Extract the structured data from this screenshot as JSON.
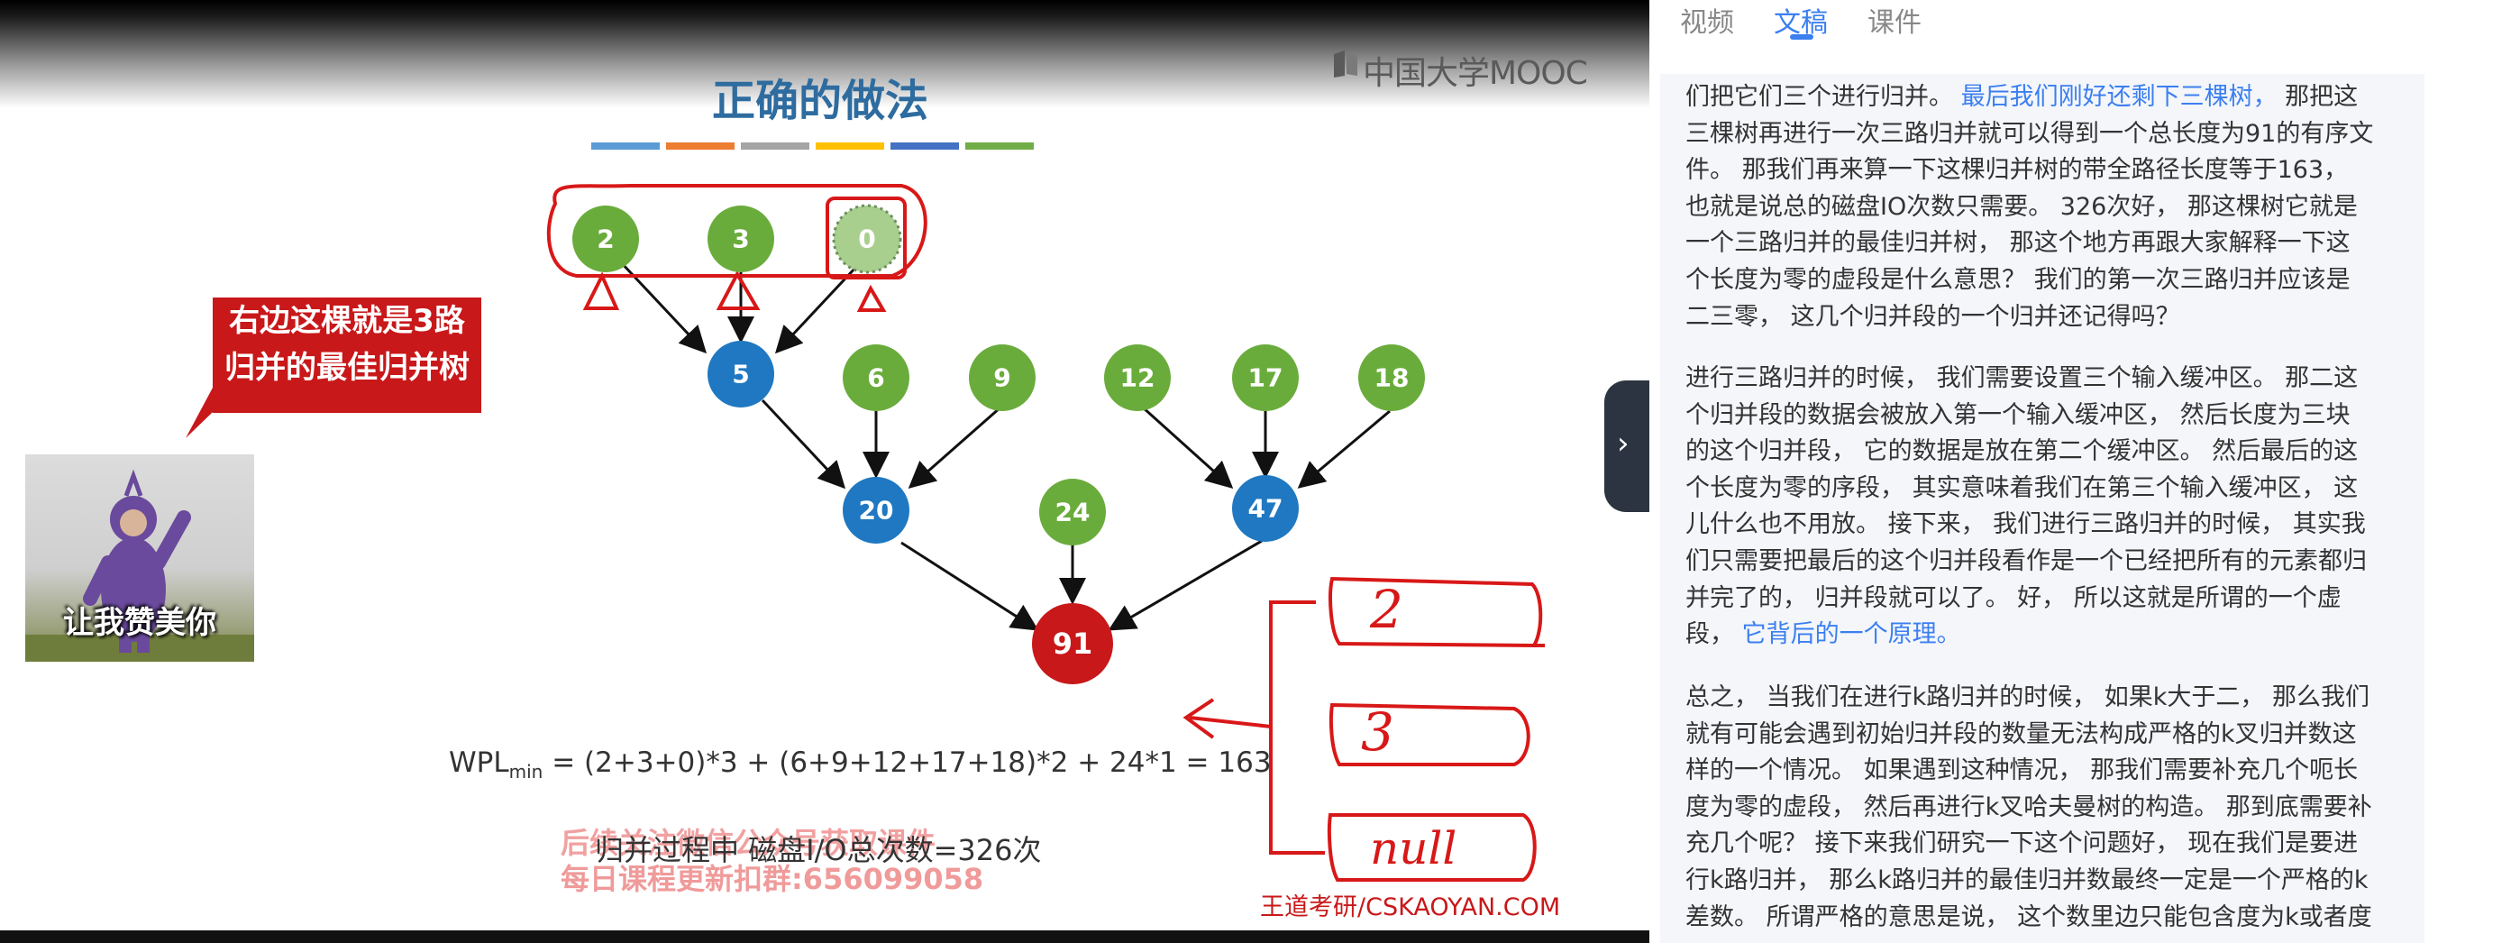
{
  "slide": {
    "logo": "中国大学MOOC",
    "title": "正确的做法",
    "color_bar": [
      "#5b9bd5",
      "#ed7d31",
      "#a5a5a5",
      "#ffc000",
      "#4472c4",
      "#70ad47"
    ],
    "callout": [
      "右边这棵就是3路",
      "归并的最佳归并树"
    ],
    "meme_caption": "让我赞美你",
    "tree_nodes": [
      {
        "id": "n2",
        "label": "2",
        "color": "#6aac3c"
      },
      {
        "id": "n3",
        "label": "3",
        "color": "#6aac3c"
      },
      {
        "id": "n0",
        "label": "0",
        "color": "#a9cf8f"
      },
      {
        "id": "n5",
        "label": "5",
        "color": "#1f78c1"
      },
      {
        "id": "n6",
        "label": "6",
        "color": "#6aac3c"
      },
      {
        "id": "n9",
        "label": "9",
        "color": "#6aac3c"
      },
      {
        "id": "n12",
        "label": "12",
        "color": "#6aac3c"
      },
      {
        "id": "n17",
        "label": "17",
        "color": "#6aac3c"
      },
      {
        "id": "n18",
        "label": "18",
        "color": "#6aac3c"
      },
      {
        "id": "n20",
        "label": "20",
        "color": "#1f78c1"
      },
      {
        "id": "n24",
        "label": "24",
        "color": "#6aac3c"
      },
      {
        "id": "n47",
        "label": "47",
        "color": "#1f78c1"
      },
      {
        "id": "n91",
        "label": "91",
        "color": "#c8181a"
      }
    ],
    "handwriting": [
      "2",
      "3",
      "null"
    ],
    "formula": {
      "prefix": "WPL",
      "sub": "min",
      "rest": " = (2+3+0)*3 + (6+9+12+17+18)*2 + 24*1 = 163"
    },
    "io_text": "归并过程中 磁盘I/O总次数=326次",
    "watermark_line1": "后续关注微信公众号获取课件",
    "watermark_line2": "每日课程更新扣群:656099058",
    "footer": "王道考研/CSKAOYAN.COM"
  },
  "panel": {
    "tabs": [
      "视频",
      "文稿",
      "课件"
    ],
    "active_tab": "文稿",
    "paragraphs": [
      {
        "lines": [
          [
            {
              "t": "们把它们三个进行归并。 "
            },
            {
              "t": "最后我们刚好还剩下三棵树，",
              "hl": true
            },
            {
              "t": " 那把这"
            }
          ],
          [
            {
              "t": "三棵树再进行一次三路归并就可以得到一个总长度为91的有序文"
            }
          ],
          [
            {
              "t": "件。 那我们再来算一下这棵归并树的带全路径长度等于163，"
            }
          ],
          [
            {
              "t": " 也就是说总的磁盘IO次数只需要。 326次好， 那这棵树它就是"
            }
          ],
          [
            {
              "t": "一个三路归并的最佳归并树， 那这个地方再跟大家解释一下这"
            }
          ],
          [
            {
              "t": "个长度为零的虚段是什么意思？ 我们的第一次三路归并应该是"
            }
          ],
          [
            {
              "t": "二三零， 这几个归并段的一个归并还记得吗？"
            }
          ]
        ]
      },
      {
        "lines": [
          [
            {
              "t": "进行三路归并的时候， 我们需要设置三个输入缓冲区。 那二这"
            }
          ],
          [
            {
              "t": "个归并段的数据会被放入第一个输入缓冲区， 然后长度为三块"
            }
          ],
          [
            {
              "t": "的这个归并段， 它的数据是放在第二个缓冲区。 然后最后的这"
            }
          ],
          [
            {
              "t": "个长度为零的序段， 其实意味着我们在第三个输入缓冲区， 这"
            }
          ],
          [
            {
              "t": "儿什么也不用放。 接下来， 我们进行三路归并的时候， 其实我"
            }
          ],
          [
            {
              "t": "们只需要把最后的这个归并段看作是一个已经把所有的元素都归"
            }
          ],
          [
            {
              "t": "并完了的， 归并段就可以了。 好， 所以这就是所谓的一个虚"
            }
          ],
          [
            {
              "t": "段， "
            },
            {
              "t": "它背后的一个原理。",
              "hl": true
            }
          ]
        ]
      },
      {
        "lines": [
          [
            {
              "t": "总之， 当我们在进行k路归并的时候， 如果k大于二， 那么我们"
            }
          ],
          [
            {
              "t": "就有可能会遇到初始归并段的数量无法构成严格的k叉归并数这"
            }
          ],
          [
            {
              "t": "样的一个情况。 如果遇到这种情况， 那我们需要补充几个呃长"
            }
          ],
          [
            {
              "t": "度为零的虚段， 然后再进行k叉哈夫曼树的构造。 那到底需要补"
            }
          ],
          [
            {
              "t": "充几个呢？ 接下来我们研究一下这个问题好， 现在我们是要进"
            }
          ],
          [
            {
              "t": "行k路归并， 那么k路归并的最佳归并数最终一定是一个严格的k"
            }
          ],
          [
            {
              "t": "差数。 所谓严格的意思是说， 这个数里边只能包含度为k或者度"
            }
          ]
        ]
      }
    ]
  }
}
